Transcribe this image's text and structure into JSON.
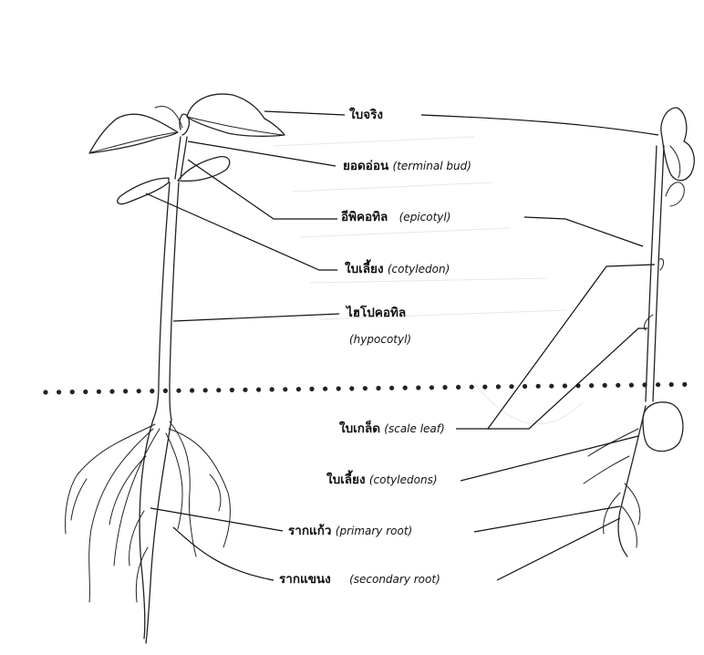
{
  "labels": {
    "true_leaf": {
      "th": "ใบจริง",
      "en": ""
    },
    "terminal_bud": {
      "th": "ยอดอ่อน",
      "en": "(terminal bud)"
    },
    "epicotyl": {
      "th": "อีพิคอทิล",
      "en": "(epicotyl)"
    },
    "cotyledon": {
      "th": "ใบเลี้ยง",
      "en": "(cotyledon)"
    },
    "hypocotyl": {
      "th": "ไฮโปคอทิล",
      "en": "(hypocotyl)"
    },
    "scale_leaf": {
      "th": "ใบเกล็ด",
      "en": "(scale leaf)"
    },
    "cotyledons": {
      "th": "ใบเลี้ยง",
      "en": "(cotyledons)"
    },
    "primary_root": {
      "th": "รากแก้ว",
      "en": "(primary root)"
    },
    "secondary_root": {
      "th": "รากแขนง",
      "en": "(secondary root)"
    }
  },
  "colors": {
    "ink": "#222222",
    "paper": "#ffffff",
    "ghost": "#e6e6e6"
  }
}
